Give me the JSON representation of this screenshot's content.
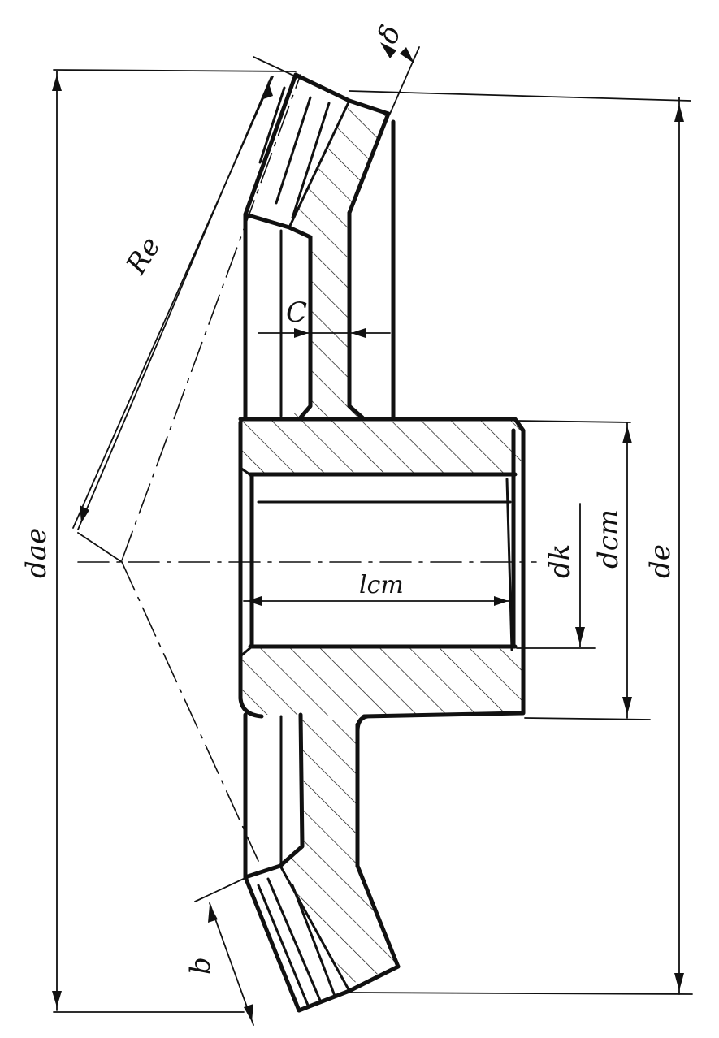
{
  "drawing": {
    "labels": {
      "delta": "δ",
      "re": "Re",
      "c": "C",
      "dae": "dae",
      "lcm": "lcm",
      "dk": "dk",
      "dcm": "dcm",
      "de": "de",
      "b": "b"
    }
  }
}
